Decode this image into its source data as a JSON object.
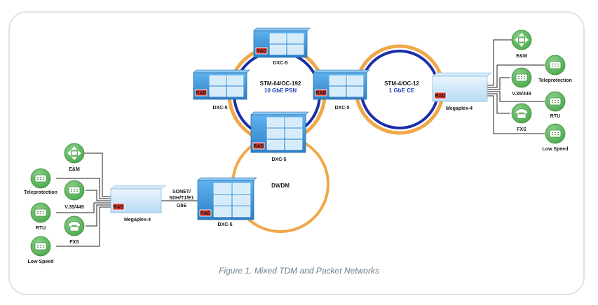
{
  "diagram": {
    "caption": "Figure 1. Mixed TDM and Packet Networks",
    "rings": {
      "left_label": "STM-64/OC-192",
      "left_sub": "10 GbE PSN",
      "right_label": "STM-4/OC-12",
      "right_sub": "1 GbE CE",
      "dwdm_label": "DWDM"
    },
    "nodes": {
      "dxc_label": "DXC-5",
      "megaplex_label": "Megaplex-4",
      "rad_logo": "RAD"
    },
    "link": {
      "line1": "SONET/",
      "line2": "SDH/T1/E1",
      "line3": "GbE"
    },
    "endpoints": {
      "em": "E&M",
      "teleprotection": "Teleprotection",
      "v35": "V.35/449",
      "rtu": "RTU",
      "fxs": "FXS",
      "low_speed": "Low Speed"
    },
    "colors": {
      "ring_blue": "#1a2fa8",
      "ring_orange": "#f0a84a",
      "device_blue": "#3b95d8",
      "icon_green": "#5cb85c",
      "rad_red": "#d9342b"
    }
  }
}
